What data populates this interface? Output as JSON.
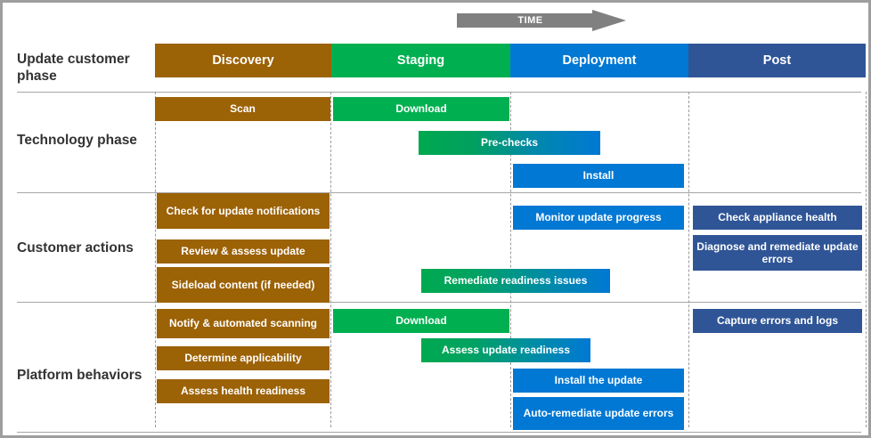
{
  "colors": {
    "discovery": "#9C6206",
    "staging": "#00B050",
    "deployment": "#0078D4",
    "post": "#2F5597",
    "arrow": "#808080",
    "grid": "#a6a6a6",
    "frame": "#9e9e9e"
  },
  "timeline": {
    "arrow_label": "TIME"
  },
  "row_labels": [
    {
      "id": "update-customer-phase",
      "text": "Update customer phase"
    },
    {
      "id": "technology-phase",
      "text": "Technology phase"
    },
    {
      "id": "customer-actions",
      "text": "Customer actions"
    },
    {
      "id": "platform-behaviors",
      "text": "Platform behaviors"
    }
  ],
  "columns": [
    {
      "id": "discovery",
      "label": "Discovery",
      "color": "#9C6206"
    },
    {
      "id": "staging",
      "label": "Staging",
      "color": "#00B050"
    },
    {
      "id": "deployment",
      "label": "Deployment",
      "color": "#0078D4"
    },
    {
      "id": "post",
      "label": "Post",
      "color": "#2F5597"
    }
  ],
  "bars": {
    "technology": [
      {
        "label": "Scan",
        "color": "#9C6206"
      },
      {
        "label": "Download",
        "color": "#00B050"
      },
      {
        "label": "Pre-checks",
        "color": "gradient-green-blue"
      },
      {
        "label": "Install",
        "color": "#0078D4"
      }
    ],
    "customer_actions": [
      {
        "label": "Check for update notifications",
        "color": "#9C6206"
      },
      {
        "label": "Monitor update progress",
        "color": "#0078D4"
      },
      {
        "label": "Check appliance health",
        "color": "#2F5597"
      },
      {
        "label": "Review & assess update",
        "color": "#9C6206"
      },
      {
        "label": "Diagnose and remediate update errors",
        "color": "#2F5597"
      },
      {
        "label": "Sideload content (if needed)",
        "color": "#9C6206"
      },
      {
        "label": "Remediate readiness issues",
        "color": "gradient-green-blue"
      }
    ],
    "platform_behaviors": [
      {
        "label": "Notify & automated scanning",
        "color": "#9C6206"
      },
      {
        "label": "Download",
        "color": "#00B050"
      },
      {
        "label": "Capture errors and logs",
        "color": "#2F5597"
      },
      {
        "label": "Determine applicability",
        "color": "#9C6206"
      },
      {
        "label": "Assess update readiness",
        "color": "gradient-green-blue"
      },
      {
        "label": "Assess health readiness",
        "color": "#9C6206"
      },
      {
        "label": "Install  the update",
        "color": "#0078D4"
      },
      {
        "label": "Auto-remediate update errors",
        "color": "#0078D4"
      }
    ]
  }
}
